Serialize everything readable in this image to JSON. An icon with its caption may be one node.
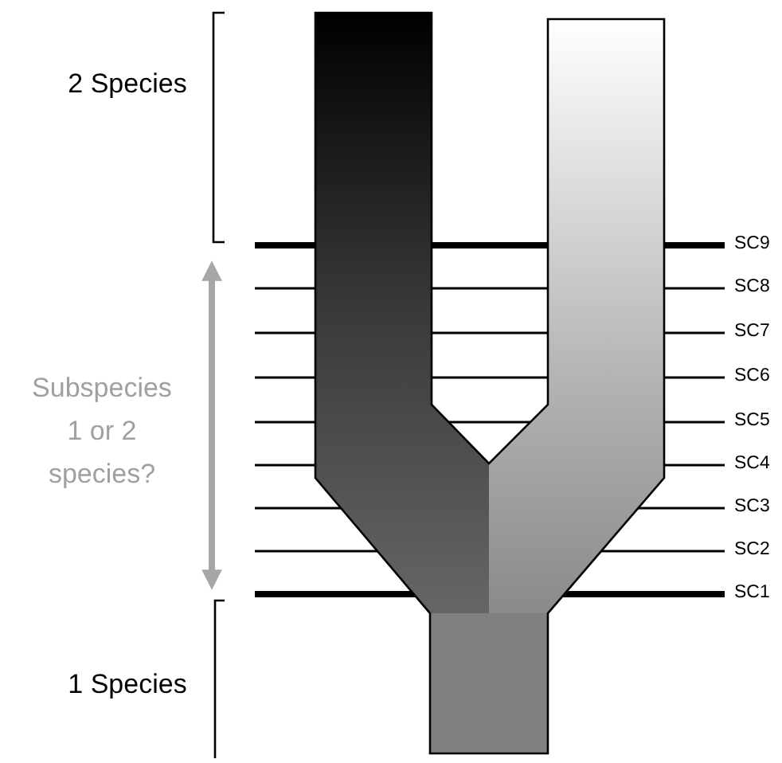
{
  "diagram": {
    "labels": [
      "2 Species",
      "SC9",
      "SC8",
      "SC7",
      "SC6",
      "Subspecies",
      "SC5",
      "1 or 2",
      "SC4",
      "species?",
      "SC3",
      "SC2",
      "SC1",
      "1 Species"
    ]
  }
}
